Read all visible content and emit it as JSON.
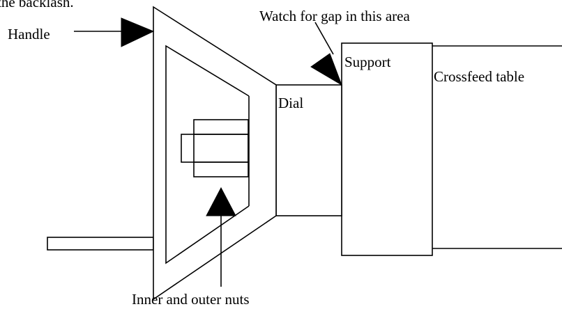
{
  "caption_fragment": "the backlash.",
  "labels": {
    "handle": "Handle",
    "gap_note": "Watch for gap in this area",
    "support": "Support",
    "crossfeed_table": "Crossfeed table",
    "dial": "Dial",
    "nuts": "Inner and outer nuts"
  }
}
